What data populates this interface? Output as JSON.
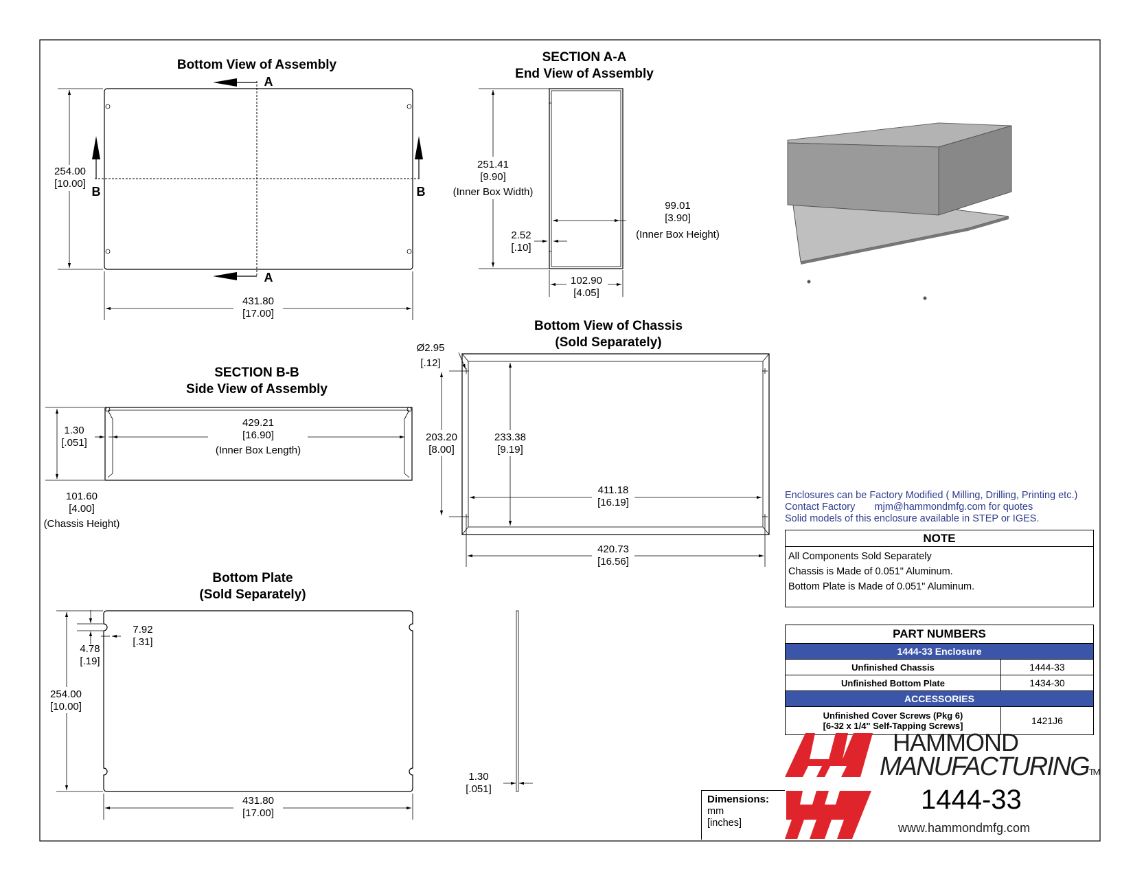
{
  "views": {
    "bottom_assembly": {
      "title": "Bottom View of Assembly",
      "section_a": "A",
      "section_b": "B",
      "height_mm": "254.00",
      "height_in": "[10.00]",
      "width_mm": "431.80",
      "width_in": "[17.00]"
    },
    "section_aa": {
      "title1": "SECTION A-A",
      "title2": "End View of Assembly",
      "inner_width_mm": "251.41",
      "inner_width_in": "[9.90]",
      "inner_width_label": "(Inner Box Width)",
      "inner_height_mm": "99.01",
      "inner_height_in": "[3.90]",
      "inner_height_label": "(Inner Box Height)",
      "wall_mm": "2.52",
      "wall_in": "[.10]",
      "outer_mm": "102.90",
      "outer_in": "[4.05]"
    },
    "section_bb": {
      "title1": "SECTION B-B",
      "title2": "Side View of Assembly",
      "thick_mm": "1.30",
      "thick_in": "[.051]",
      "inner_len_mm": "429.21",
      "inner_len_in": "[16.90]",
      "inner_len_label": "(Inner Box Length)",
      "chassis_h_mm": "101.60",
      "chassis_h_in": "[4.00]",
      "chassis_h_label": "(Chassis Height)"
    },
    "bottom_chassis": {
      "title1": "Bottom View of Chassis",
      "title2": "(Sold Separately)",
      "hole_mm": "Ø2.95",
      "hole_in": "[.12]",
      "h1_mm": "203.20",
      "h1_in": "[8.00]",
      "h2_mm": "233.38",
      "h2_in": "[9.19]",
      "w1_mm": "411.18",
      "w1_in": "[16.19]",
      "w2_mm": "420.73",
      "w2_in": "[16.56]"
    },
    "bottom_plate": {
      "title1": "Bottom Plate",
      "title2": "(Sold Separately)",
      "notch_w_mm": "7.92",
      "notch_w_in": "[.31]",
      "notch_h_mm": "4.78",
      "notch_h_in": "[.19]",
      "height_mm": "254.00",
      "height_in": "[10.00]",
      "width_mm": "431.80",
      "width_in": "[17.00]",
      "thick_mm": "1.30",
      "thick_in": "[.051]"
    }
  },
  "info": {
    "line1": "Enclosures can be Factory Modified ( Milling, Drilling, Printing etc.)",
    "line2a": "Contact Factory",
    "line2b": "mjm@hammondmfg.com for quotes",
    "line3": "Solid models of this enclosure available in STEP or IGES."
  },
  "note": {
    "header": "NOTE",
    "lines": [
      "All Components Sold Separately",
      "Chassis is Made of 0.051\" Aluminum.",
      "Bottom Plate is Made of 0.051\" Aluminum."
    ]
  },
  "part_numbers": {
    "header": "PART NUMBERS",
    "group1": "1444-33 Enclosure",
    "rows1": [
      {
        "name": "Unfinished Chassis",
        "pn": "1444-33"
      },
      {
        "name": "Unfinished Bottom Plate",
        "pn": "1434-30"
      }
    ],
    "group2": "ACCESSORIES",
    "acc_name1": "Unfinished Cover Screws (Pkg 6)",
    "acc_name2": "[6-32 x 1/4\" Self-Tapping Screws]",
    "acc_pn": "1421J6"
  },
  "brand": {
    "line1": "HAMMOND",
    "line2": "MANUFACTURING",
    "tm": "TM",
    "part_number": "1444-33",
    "website": "www.hammondmfg.com",
    "logo_color": "#e0242c"
  },
  "dimensions_key": {
    "label": "Dimensions:",
    "unit1": "mm",
    "unit2": "[inches]"
  }
}
